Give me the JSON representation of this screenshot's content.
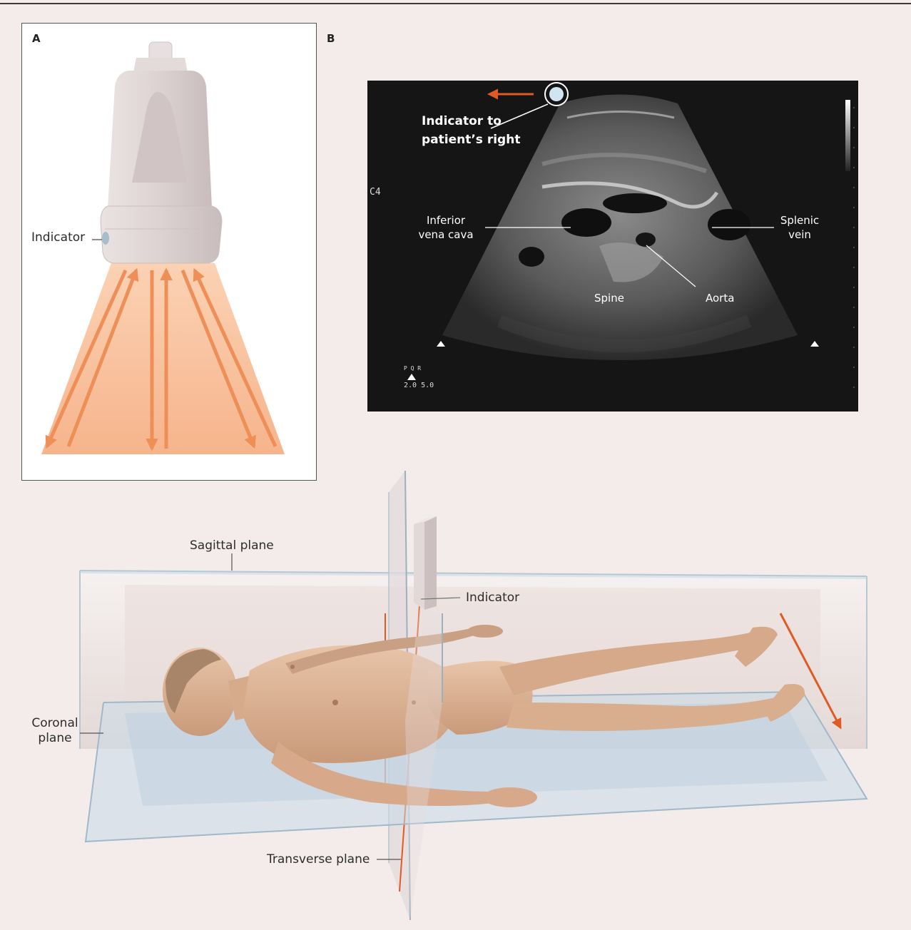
{
  "panel_a": {
    "letter": "A",
    "indicator_label": "Indicator"
  },
  "panel_b": {
    "letter": "B",
    "indicator_callout_line1": "Indicator to",
    "indicator_callout_line2": "patient’s right",
    "machine_code": "C4",
    "ivc_line1": "Inferior",
    "ivc_line2": "vena cava",
    "splenic_line1": "Splenic",
    "splenic_line2": "vein",
    "spine": "Spine",
    "aorta": "Aorta",
    "scale_top": "P  Q  R",
    "scale_bottom": "2.0 5.0"
  },
  "panel_c": {
    "sagittal_plane": "Sagittal plane",
    "indicator_label": "Indicator",
    "coronal_line1": "Coronal",
    "coronal_line2": "plane",
    "transverse_plane": "Transverse plane"
  },
  "colors": {
    "beam_fill": "#f6b48c",
    "beam_arrow": "#ee8f58",
    "indicator_arrow": "#e05a24",
    "transducer": "#dcd2d2",
    "plane_tint": "#c9dbe8",
    "skin": "#dcb294"
  }
}
